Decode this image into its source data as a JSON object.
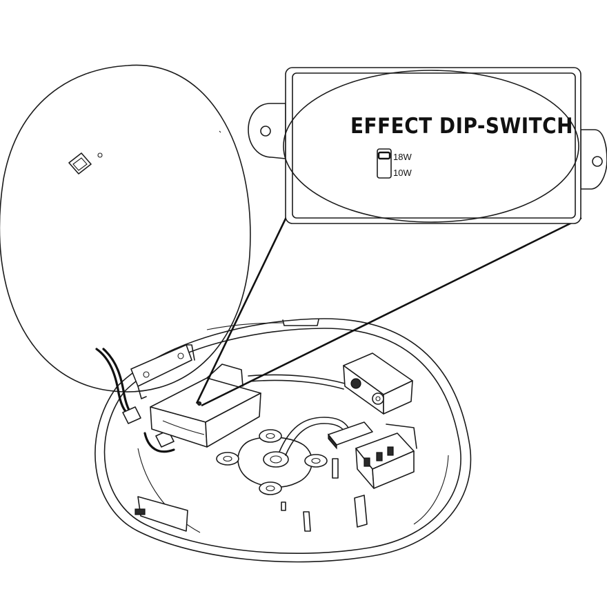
{
  "callout": {
    "title": "EFFECT DIP-SWITCH",
    "switch_options": [
      "18W",
      "10W"
    ]
  },
  "colors": {
    "line": "#1a1a1a",
    "background": "#ffffff"
  }
}
